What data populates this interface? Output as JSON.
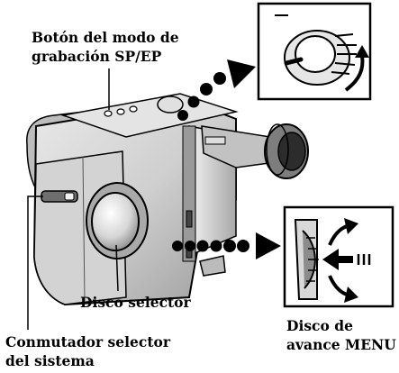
{
  "labels": {
    "record_mode_button_line1": "Botón del modo de",
    "record_mode_button_line2": "grabación SP/EP",
    "selector_dial": "Disco selector",
    "system_switch_line1": "Conmutador selector",
    "system_switch_line2": "del sistema",
    "menu_dial_line1": "Disco de",
    "menu_dial_line2": "avance MENU"
  },
  "icons": {
    "top_inset": "record-mode-dial-detail-icon",
    "side_inset": "menu-jog-dial-detail-icon",
    "camera": "camcorder-illustration"
  },
  "colors": {
    "ink": "#000000",
    "paper": "#ffffff",
    "body_gray": "#cfcfcf",
    "light_gray": "#eeeeee",
    "dark_gray": "#7a7a7a"
  }
}
